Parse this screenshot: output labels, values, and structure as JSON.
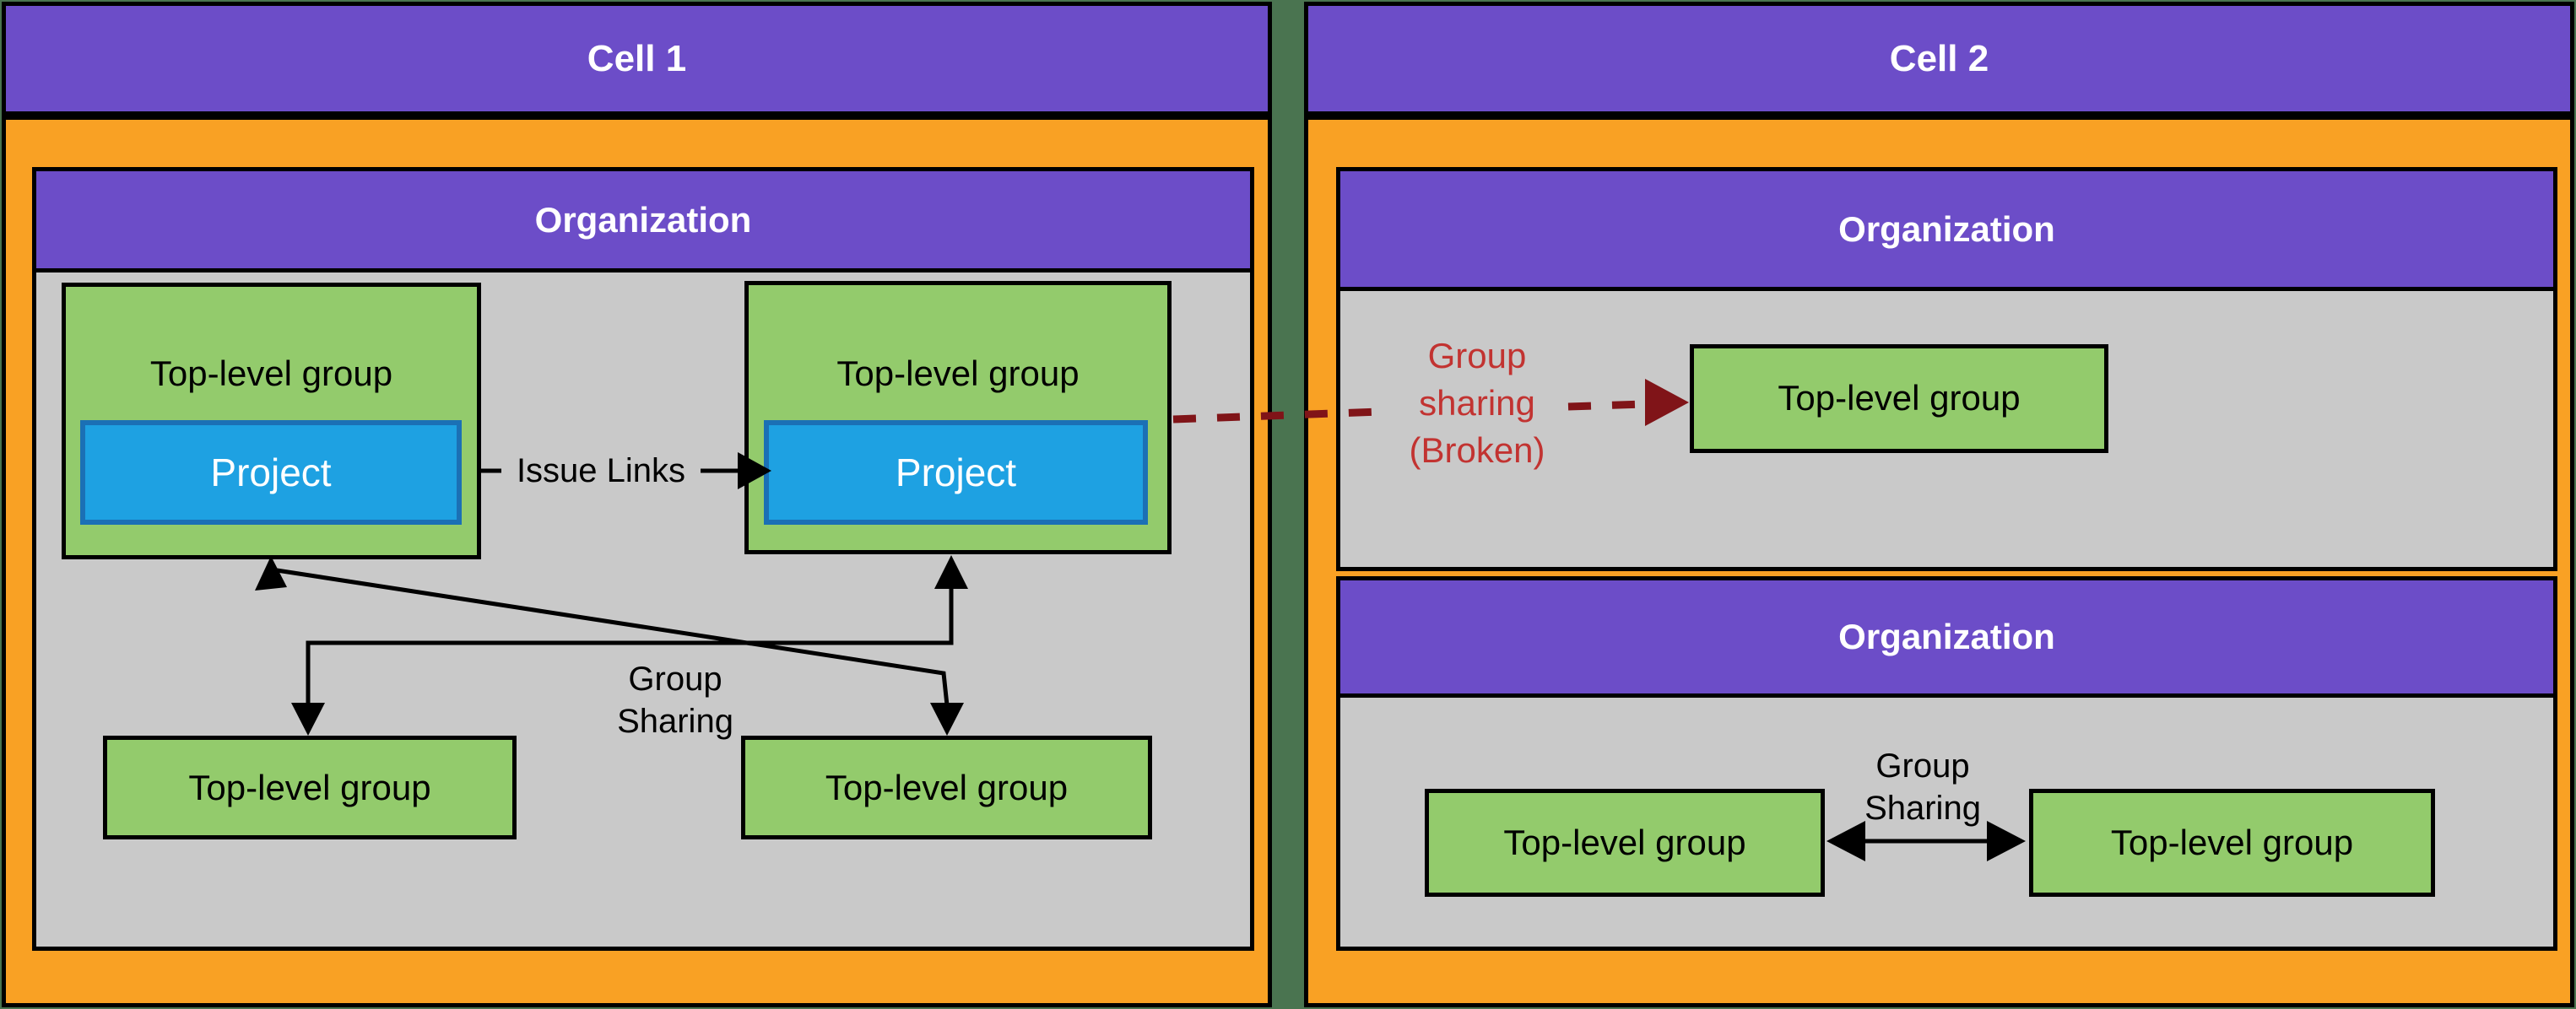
{
  "colors": {
    "cell_header_purple": "#6C4DC8",
    "cell_body_orange": "#F9A124",
    "org_panel_gray": "#C9C9C9",
    "group_green": "#93CB6C",
    "project_blue_fill": "#1EA1E2",
    "project_blue_border": "#1B70B5",
    "background_green": "#4A7450",
    "connector_black": "#000000",
    "broken_text_red": "#C23331",
    "broken_line_maroon": "#801418"
  },
  "cell1": {
    "title": "Cell 1",
    "organization": {
      "title": "Organization",
      "top_group_left": {
        "label": "Top-level group",
        "project": {
          "label": "Project"
        }
      },
      "top_group_right": {
        "label": "Top-level group",
        "project": {
          "label": "Project"
        }
      },
      "bottom_group_left": {
        "label": "Top-level group"
      },
      "bottom_group_right": {
        "label": "Top-level group"
      },
      "issue_links_label": "Issue Links",
      "group_sharing_label": {
        "line1": "Group",
        "line2": "Sharing"
      }
    }
  },
  "cell2": {
    "title": "Cell 2",
    "organization_top": {
      "title": "Organization",
      "group": {
        "label": "Top-level group"
      }
    },
    "organization_bottom": {
      "title": "Organization",
      "group_left": {
        "label": "Top-level group"
      },
      "group_right": {
        "label": "Top-level group"
      },
      "group_sharing_label": {
        "line1": "Group",
        "line2": "Sharing"
      }
    },
    "broken_group_sharing_label": {
      "line1": "Group",
      "line2": "sharing",
      "line3": "(Broken)"
    }
  }
}
